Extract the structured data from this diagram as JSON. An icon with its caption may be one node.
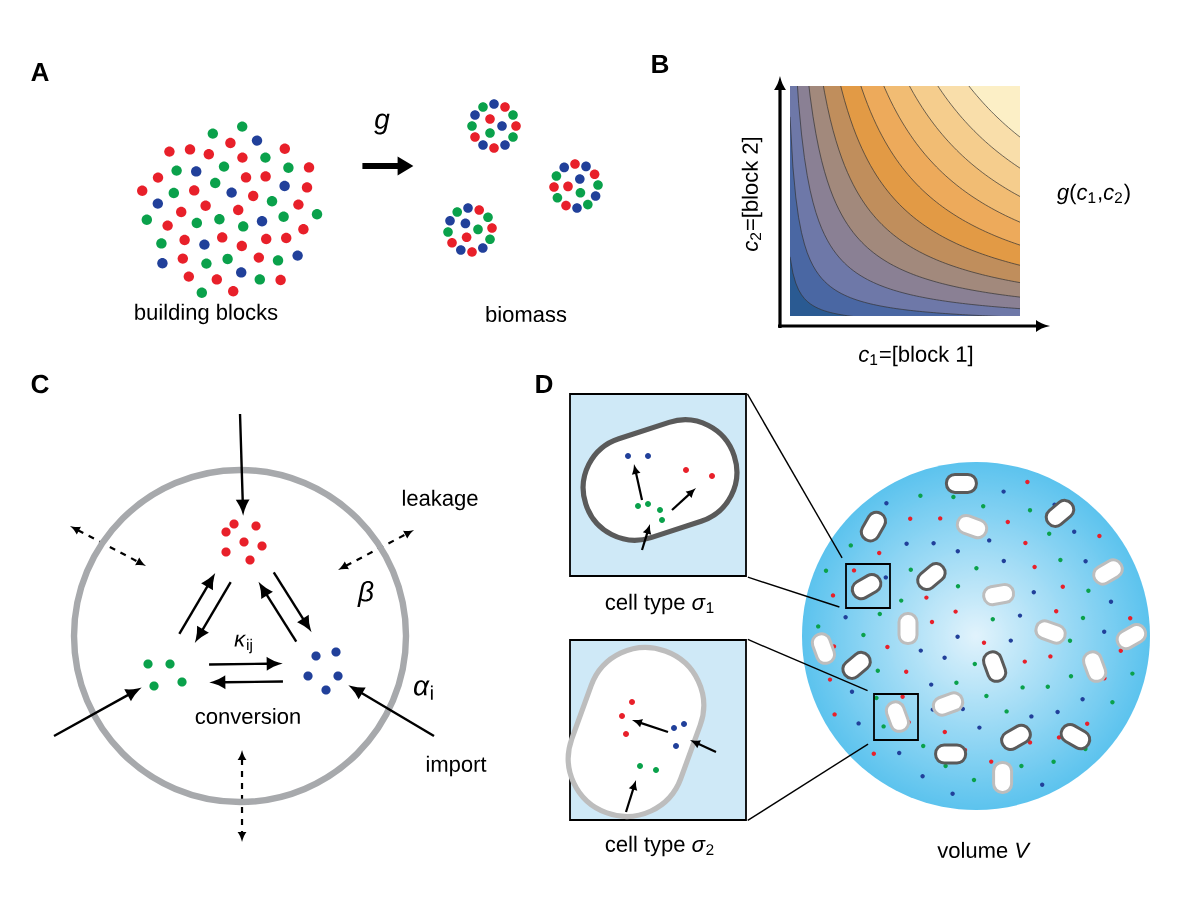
{
  "diagram": {
    "nodes": [
      {
        "text": [],
        "shape": "picture",
        "beside": [
          "building blocks"
        ]
      },
      {
        "text": [],
        "shape": "picture",
        "beside": [
          "biomass"
        ]
      },
      {
        "text": [],
        "shape": "circle"
      },
      {
        "text": [],
        "shape": "picture",
        "in": 2
      },
      {
        "text": [],
        "shape": "picture",
        "in": 2
      },
      {
        "text": [],
        "shape": "picture",
        "in": 2
      },
      {
        "text": [],
        "shape": "box",
        "beside": [
          "cell type *σ*$_{1}$"
        ]
      },
      {
        "text": [],
        "shape": "box",
        "beside": [
          "cell type *σ*$_{2}$"
        ]
      },
      {
        "text": [],
        "shape": "circle",
        "beside": [
          "volume *V*"
        ]
      },
      {
        "text": [],
        "shape": "box",
        "in": 8
      },
      {
        "text": [],
        "shape": "box",
        "in": 8
      }
    ],
    "edges": [
      {
        "from": 0,
        "to": 1,
        "arrow": "to",
        "label": "g",
        "style": "thick"
      },
      {
        "from": 3,
        "to": 4,
        "arrow": "to"
      },
      {
        "from": 4,
        "to": 3,
        "arrow": "to"
      },
      {
        "from": 3,
        "to": 5,
        "arrow": "to"
      },
      {
        "from": 5,
        "to": 3,
        "arrow": "to"
      },
      {
        "from": 4,
        "to": 5,
        "arrow": "to",
        "label": "*κ*$_{ij}$"
      },
      {
        "from": 5,
        "to": 4,
        "arrow": "to"
      },
      {
        "from": null,
        "to": 3,
        "arrow": "to"
      },
      {
        "from": null,
        "to": 4,
        "arrow": "to"
      },
      {
        "from": null,
        "to": 5,
        "arrow": "to"
      },
      {
        "from": 6,
        "to": 9,
        "arrow": "none"
      },
      {
        "from": 6,
        "to": 9,
        "arrow": "none"
      },
      {
        "from": 7,
        "to": 10,
        "arrow": "none"
      },
      {
        "from": 7,
        "to": 10,
        "arrow": "none"
      }
    ],
    "labels": [
      "A",
      "B",
      "*c*$_{2}$=[block 2]",
      "*g*(*c*$_{1}$,*c*$_{2}$)",
      "*c*$_{1}$=[block 1]",
      "C",
      "D",
      "leakage",
      "β",
      "conversion",
      "*α*$_{i}$",
      "import"
    ]
  }
}
